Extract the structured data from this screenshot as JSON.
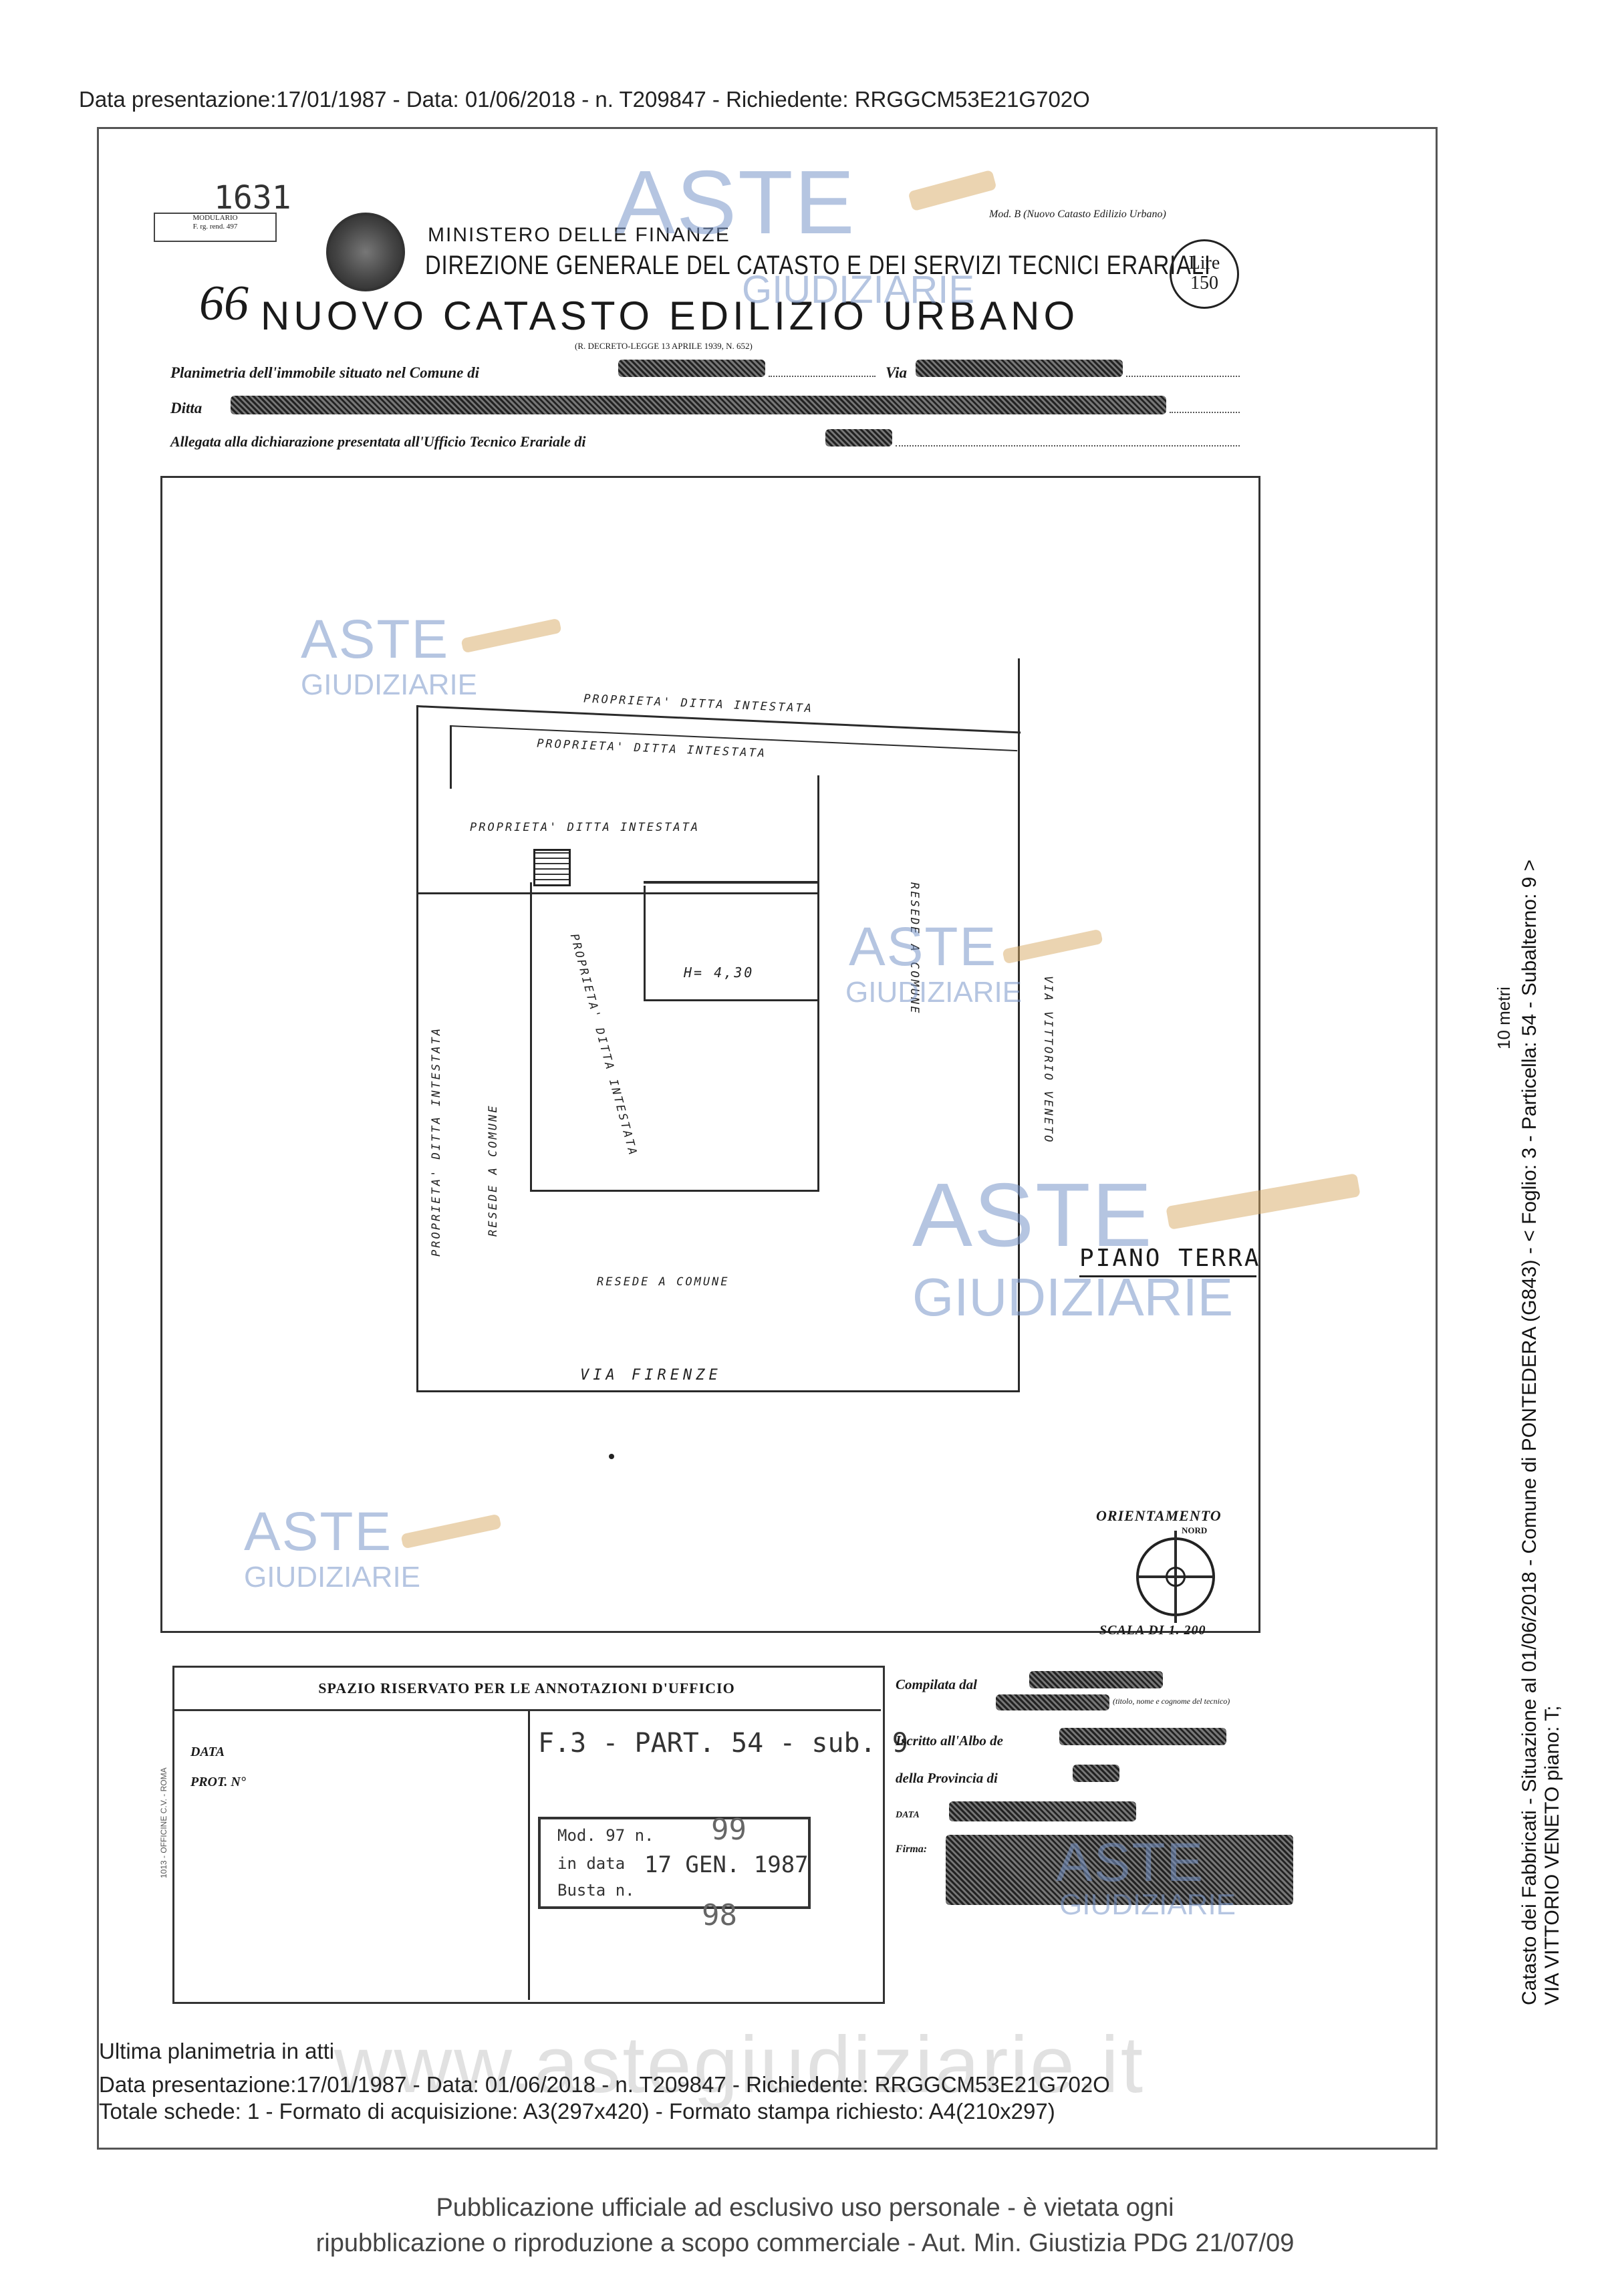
{
  "header_top": "Data presentazione:17/01/1987 - Data: 01/06/2018 - n. T209847 - Richiedente: RRGGCM53E21G702O",
  "form": {
    "handwritten_number": "1631",
    "modulario": "MODULARIO",
    "modulario_sub": "F. rg. rend. 497",
    "ministry": "MINISTERO DELLE FINANZE",
    "direzione": "DIREZIONE GENERALE DEL CATASTO E DEI SERVIZI TECNICI ERARIALI",
    "mod_b": "Mod. B (Nuovo Catasto Edilizio Urbano)",
    "lire_label": "Lire",
    "lire_value": "150",
    "handwritten_66": "66",
    "title": "NUOVO CATASTO EDILIZIO URBANO",
    "decreto": "(R. DECRETO-LEGGE 13 APRILE 1939, N. 652)",
    "planimetria_label": "Planimetria dell'immobile situato nel Comune di",
    "via_label": "Via",
    "ditta_label": "Ditta",
    "allegata_label": "Allegata alla dichiarazione presentata all'Ufficio Tecnico Erariale di"
  },
  "plan": {
    "labels": {
      "prop_top1": "PROPRIETA' DITTA INTESTATA",
      "prop_top2": "PROPRIETA' DITTA INTESTATA",
      "prop_mid": "PROPRIETA' DITTA INTESTATA",
      "prop_diag": "PROPRIETA' DITTA INTESTATA",
      "height": "H= 4,30",
      "resede_right": "RESEDE A COMUNE",
      "via_vittorio": "VIA VITTORIO VENETO",
      "prop_left": "PROPRIETA' DITTA INTESTATA",
      "resede_left": "RESEDE A COMUNE",
      "resede_bottom": "RESEDE A COMUNE",
      "via_firenze": "VIA FIRENZE"
    },
    "piano": "PIANO TERRA",
    "orientamento": "ORIENTAMENTO",
    "nord": "NORD",
    "scala": "SCALA DI 1. 200"
  },
  "annotations": {
    "header": "SPAZIO RISERVATO PER LE ANNOTAZIONI D'UFFICIO",
    "data_label": "DATA",
    "prot_label": "PROT. N°",
    "handwritten_ref": "F.3 - PART. 54 - sub. 9",
    "stamp_line1": "Mod. 97 n.",
    "stamp_line1_hand": "99",
    "stamp_line2": "in data",
    "stamp_date": "17 GEN. 1987",
    "stamp_line3": "Busta n.",
    "stamp_line3_hand": "98",
    "side_print": "1013 - OFFICINE C.V. - ROMA"
  },
  "compiler": {
    "compilata": "Compilata dal",
    "compilata_sub": "(titolo, nome e cognome del tecnico)",
    "iscritto": "Iscritto all'Albo de",
    "provincia": "della Provincia di",
    "data": "DATA",
    "firma": "Firma:"
  },
  "right_vertical": {
    "line1": "Catasto dei Fabbricati - Situazione al 01/06/2018 - Comune di PONTEDERA (G843) - < Foglio: 3 - Particella: 54 - Subalterno: 9 >",
    "line2": "VIA VITTORIO VENETO piano: T;",
    "scale_note": "10 metri"
  },
  "footer": {
    "ultima": "Ultima planimetria in atti",
    "line1": "Data presentazione:17/01/1987 - Data: 01/06/2018 - n. T209847 - Richiedente: RRGGCM53E21G702O",
    "line2": "Totale schede: 1 - Formato di acquisizione: A3(297x420) - Formato stampa richiesto: A4(210x297)",
    "site": "www.astegiudiziarie.it",
    "pub_line1": "Pubblicazione ufficiale ad esclusivo uso personale - è vietata ogni",
    "pub_line2": "ripubblicazione o riproduzione a scopo commerciale - Aut. Min. Giustizia PDG 21/07/09"
  },
  "watermark": {
    "aste": "ASTE",
    "giudiziarie": "GIUDIZIARIE",
    "color": "#7896c8"
  }
}
